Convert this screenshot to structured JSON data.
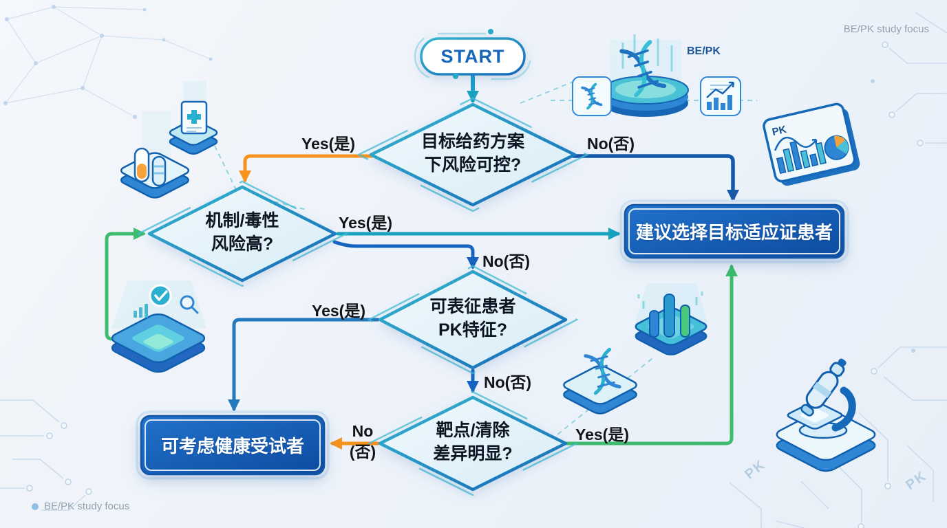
{
  "meta": {
    "watermark_top": "BE/PK study focus",
    "legend_bottom": "BE/PK study focus",
    "bepk_label": "BE/PK",
    "pk_card_label": "PK",
    "pk_bg_label_1": "PK",
    "pk_bg_label_2": "PK"
  },
  "flowchart": {
    "start": {
      "label": "START"
    },
    "decisions": [
      {
        "id": "risk-controllable",
        "line1": "目标给药方案",
        "line2": "下风险可控?"
      },
      {
        "id": "mechanism-toxicity",
        "line1": "机制/毒性",
        "line2": "风险高?"
      },
      {
        "id": "characterize-pk",
        "line1": "可表征患者",
        "line2": "PK特征?"
      },
      {
        "id": "target-clearance",
        "line1": "靶点/清除",
        "line2": "差异明显?"
      }
    ],
    "outcomes": [
      {
        "id": "patients",
        "label": "建议选择目标适应证患者"
      },
      {
        "id": "healthy",
        "label": "可考虑健康受试者"
      }
    ],
    "edge_labels": {
      "d1_yes": "Yes(是)",
      "d1_no": "No(否)",
      "d2_yes": "Yes(是)",
      "d2_no": "No(否)",
      "d3_yes": "Yes(是)",
      "d3_no": "No(否)",
      "d4_yes": "Yes(是)",
      "d4_no_line1": "No",
      "d4_no_line2": "(否)"
    },
    "colors": {
      "yes_orange": "#F6921E",
      "no_darkblue": "#1659A9",
      "teal": "#18A2BE",
      "blue": "#1565C0",
      "steel": "#2379BC",
      "green": "#3EBB6E",
      "box_fill_start": "#2272CC",
      "box_fill_end": "#0C4BA0",
      "diamond_fill": "#E3F1FA"
    }
  }
}
